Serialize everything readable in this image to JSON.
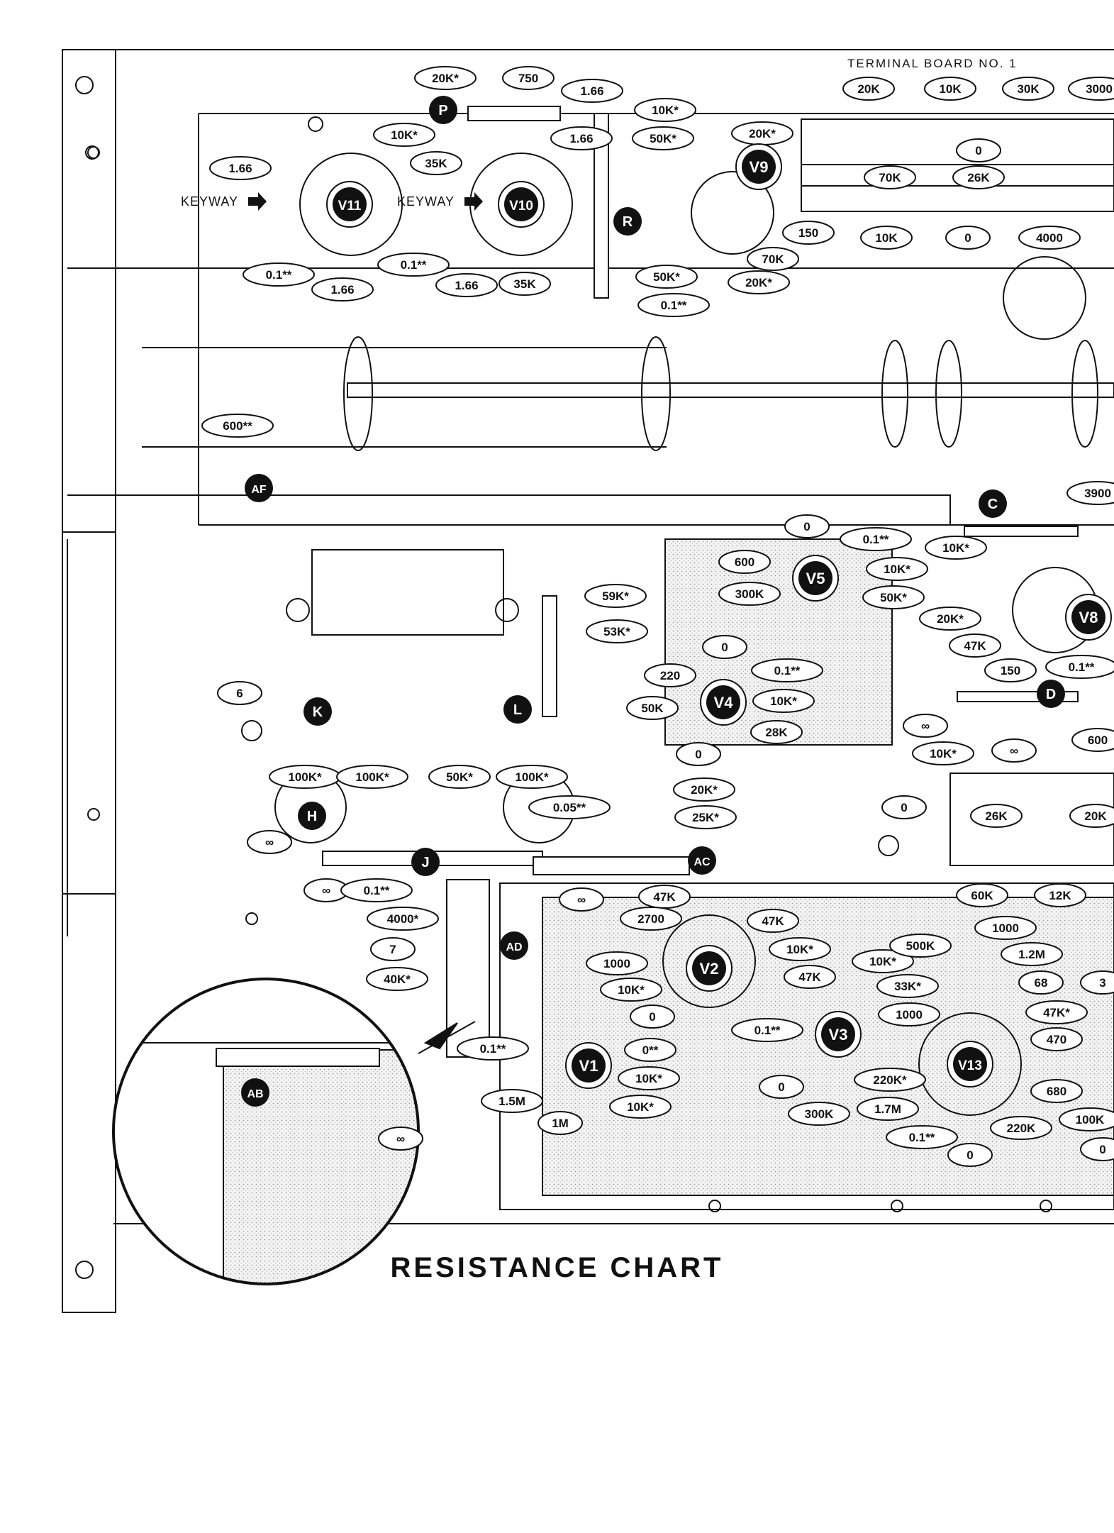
{
  "title": "RESISTANCE CHART",
  "terminal_board_title": "TERMINAL BOARD NO. 1",
  "keyway_label": "KEYWAY",
  "tubes": [
    "V11",
    "V10",
    "V9",
    "V5",
    "V4",
    "V8",
    "V2",
    "V3",
    "V13",
    "V1"
  ],
  "markers": [
    "P",
    "R",
    "AF",
    "C",
    "K",
    "L",
    "D",
    "H",
    "J",
    "AC",
    "AD",
    "AB"
  ],
  "readings": [
    "20K*",
    "750",
    "1.66",
    "10K*",
    "1.66",
    "50K*",
    "1.66",
    "10K*",
    "35K",
    "0.1**",
    "0.1**",
    "1.66",
    "1.66",
    "35K",
    "50K*",
    "0.1**",
    "20K*",
    "150",
    "70K",
    "20K*",
    "20K",
    "10K",
    "30K",
    "3000",
    "0",
    "70K",
    "26K",
    "10K",
    "0",
    "4000",
    "600**",
    "0",
    "0.1**",
    "600",
    "10K*",
    "300K",
    "50K*",
    "3900",
    "10K*",
    "59K*",
    "53K*",
    "0",
    "20K*",
    "47K",
    "150",
    "0.1**",
    "220",
    "0.1**",
    "50K",
    "10K*",
    "28K",
    "0",
    "6",
    "∞",
    "10K*",
    "∞",
    "600",
    "100K*",
    "100K*",
    "50K*",
    "100K*",
    "0.05**",
    "20K*",
    "25K*",
    "0",
    "26K",
    "20K",
    "∞",
    "∞",
    "0.1**",
    "4000*",
    "7",
    "40K*",
    "60K",
    "12K",
    "47K",
    "2700",
    "47K",
    "1000",
    "10K*",
    "47K",
    "10K*",
    "0",
    "0.1**",
    "10K*",
    "500K",
    "1000",
    "1.2M",
    "33K*",
    "1000",
    "68",
    "3",
    "47K*",
    "0.1**",
    "0**",
    "10K*",
    "10K*",
    "1.5M",
    "1M",
    "0",
    "220K*",
    "1.7M",
    "0.1**",
    "300K",
    "220K",
    "0",
    "470",
    "680",
    "100K",
    "0",
    "∞",
    "∞"
  ]
}
